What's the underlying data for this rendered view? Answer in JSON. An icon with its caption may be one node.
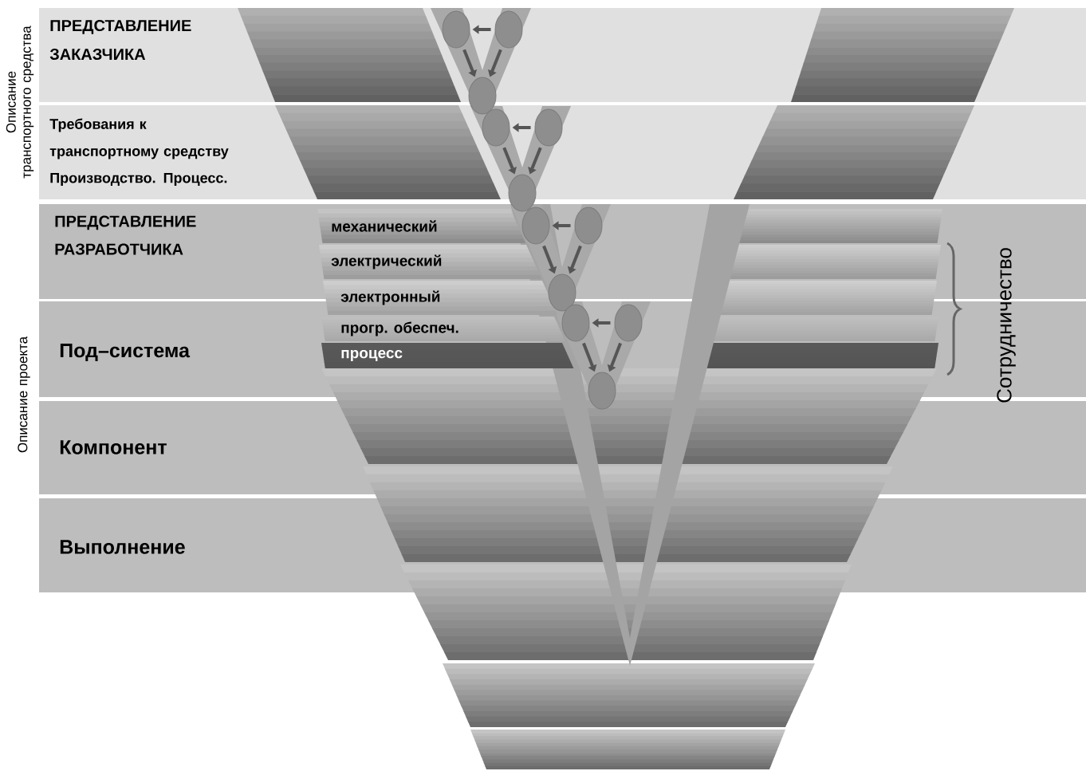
{
  "diagram": {
    "nodes": [
      {
        "text": [
          "ПРЕДСТАВЛЕНИЕ ЗАКАЗЧИКА"
        ]
      },
      {
        "text": [
          "Требования к транспортному средству",
          "Производство. Процесс."
        ]
      },
      {
        "text": [
          "ПРЕДСТАВЛЕНИЕ РАЗРАБОТЧИКА"
        ]
      },
      {
        "text": [
          "Под–система"
        ]
      },
      {
        "text": [
          "Компонент"
        ]
      },
      {
        "text": [
          "Выполнение"
        ]
      },
      {
        "text": [
          "механический"
        ]
      },
      {
        "text": [
          "электрический"
        ]
      },
      {
        "text": [
          "электронный"
        ]
      },
      {
        "text": [
          "прогр. обеспеч."
        ]
      },
      {
        "text": [
          "процесс"
        ]
      },
      {
        "text": [],
        "shape": "circle"
      },
      {
        "text": [],
        "shape": "circle"
      },
      {
        "text": [],
        "shape": "circle"
      },
      {
        "text": [],
        "shape": "circle"
      },
      {
        "text": [],
        "shape": "circle"
      },
      {
        "text": [],
        "shape": "circle"
      },
      {
        "text": [],
        "shape": "circle"
      },
      {
        "text": [],
        "shape": "circle"
      },
      {
        "text": [],
        "shape": "circle"
      },
      {
        "text": [],
        "shape": "circle"
      },
      {
        "text": [],
        "shape": "circle"
      },
      {
        "text": [],
        "shape": "circle"
      }
    ],
    "edges": [
      {
        "from": 12,
        "to": 11,
        "arrow": "to"
      },
      {
        "from": 11,
        "to": 13,
        "arrow": "to"
      },
      {
        "from": 12,
        "to": 13,
        "arrow": "to"
      },
      {
        "from": 15,
        "to": 14,
        "arrow": "to"
      },
      {
        "from": 14,
        "to": 16,
        "arrow": "to"
      },
      {
        "from": 15,
        "to": 16,
        "arrow": "to"
      },
      {
        "from": 18,
        "to": 17,
        "arrow": "to"
      },
      {
        "from": 17,
        "to": 19,
        "arrow": "to"
      },
      {
        "from": 18,
        "to": 19,
        "arrow": "to"
      },
      {
        "from": 21,
        "to": 20,
        "arrow": "to"
      },
      {
        "from": 20,
        "to": 22,
        "arrow": "to"
      },
      {
        "from": 21,
        "to": 22,
        "arrow": "to"
      }
    ],
    "labels": [
      "Описание транспортного средства",
      "Описание проекта",
      "Сотрудничество"
    ]
  }
}
